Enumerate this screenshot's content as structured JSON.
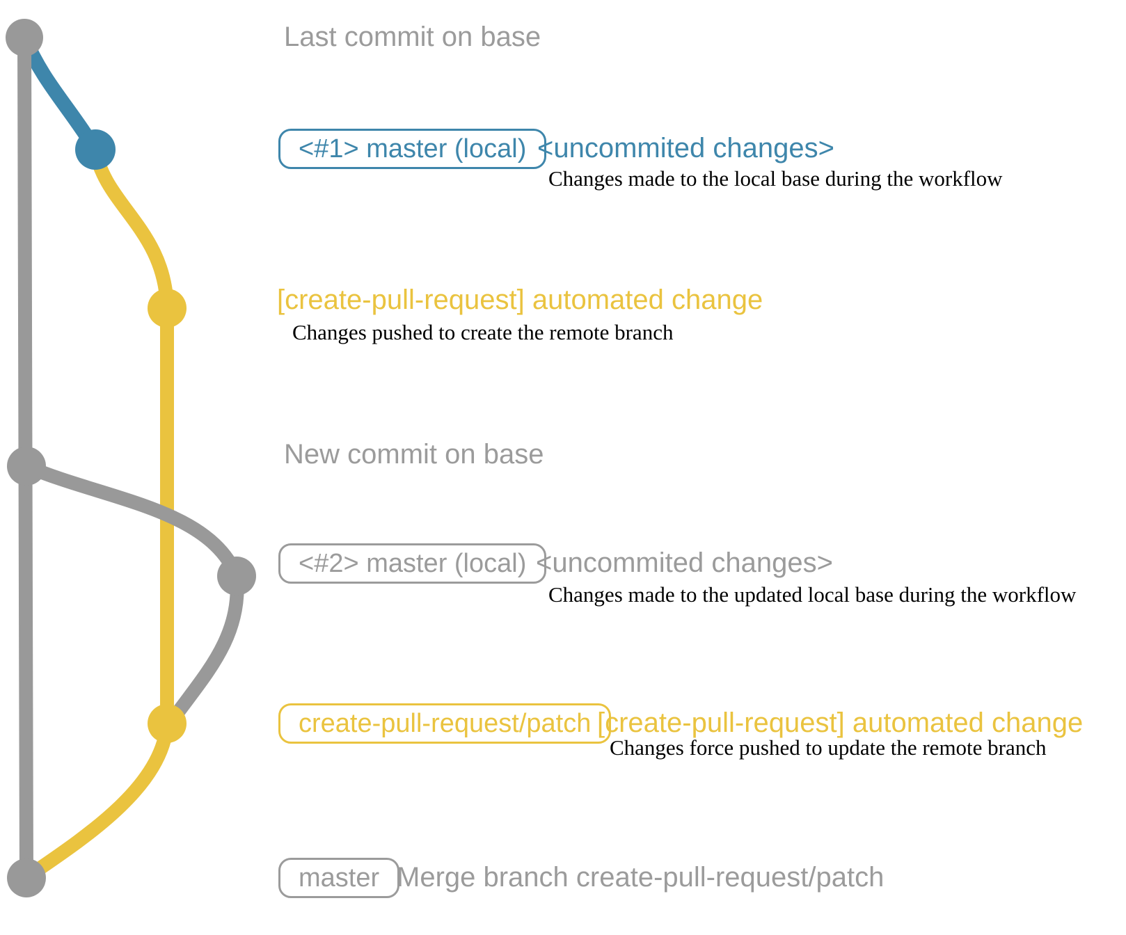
{
  "colors": {
    "gray": "#999999",
    "blue": "#3e86ab",
    "yellow": "#eac33f",
    "text_gray": "#9b9b9b",
    "ink": "#000000"
  },
  "annotations": {
    "last_commit": {
      "label": "Last commit on base"
    },
    "commit1": {
      "badge": "<#1> master (local)",
      "title": "<uncommited changes>",
      "desc": "Changes made to the local base during the workflow"
    },
    "push1": {
      "title": "[create-pull-request] automated change",
      "desc": "Changes pushed to create the remote branch"
    },
    "new_commit": {
      "label": "New commit on base"
    },
    "commit2": {
      "badge": "<#2> master (local)",
      "title": "<uncommited changes>",
      "desc": "Changes made to the updated local base during the workflow"
    },
    "push2": {
      "badge": "create-pull-request/patch",
      "title": "[create-pull-request] automated change",
      "desc": "Changes force pushed to update the remote branch"
    },
    "merge": {
      "badge": "master",
      "label": "Merge branch create-pull-request/patch"
    }
  },
  "graph": {
    "branches": [
      {
        "name": "base",
        "color": "gray"
      },
      {
        "name": "local master",
        "color": "blue"
      },
      {
        "name": "create-pull-request/patch",
        "color": "yellow"
      }
    ],
    "nodes": [
      {
        "name": "last-commit-on-base",
        "color": "gray"
      },
      {
        "name": "uncommitted-changes-1",
        "color": "blue"
      },
      {
        "name": "remote-branch-created",
        "color": "yellow"
      },
      {
        "name": "new-commit-on-base",
        "color": "gray"
      },
      {
        "name": "uncommitted-changes-2",
        "color": "gray"
      },
      {
        "name": "remote-branch-force-updated",
        "color": "yellow"
      },
      {
        "name": "merge-commit",
        "color": "gray"
      }
    ]
  }
}
